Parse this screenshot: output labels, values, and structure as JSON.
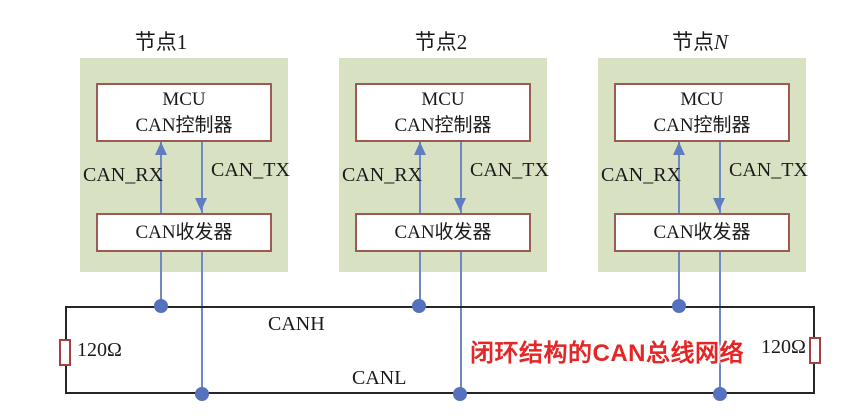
{
  "diagram": {
    "kind": "CAN-bus-network-diagram",
    "annotation": {
      "text": "闭环结构的CAN总线网络",
      "color": "#e52626"
    }
  },
  "nodes": [
    {
      "title_prefix": "节点",
      "title_suffix": "1",
      "mcu_line1": "MCU",
      "mcu_line2": "CAN控制器",
      "transceiver": "CAN收发器",
      "rx_label": "CAN_RX",
      "tx_label": "CAN_TX"
    },
    {
      "title_prefix": "节点",
      "title_suffix": "2",
      "mcu_line1": "MCU",
      "mcu_line2": "CAN控制器",
      "transceiver": "CAN收发器",
      "rx_label": "CAN_RX",
      "tx_label": "CAN_TX"
    },
    {
      "title_prefix": "节点",
      "title_suffix": "N",
      "mcu_line1": "MCU",
      "mcu_line2": "CAN控制器",
      "transceiver": "CAN收发器",
      "rx_label": "CAN_RX",
      "tx_label": "CAN_TX"
    }
  ],
  "bus": {
    "canh_label": "CANH",
    "canl_label": "CANL",
    "left_resistor": "120Ω",
    "right_resistor": "120Ω"
  },
  "colors": {
    "node_fill": "#d8e2c2",
    "box_border": "#9c5a52",
    "wire_blue": "#6e88c3",
    "dot_blue": "#5671bd",
    "bus_line": "#262626",
    "resistor_border": "#a83f3f",
    "annotation_red": "#e52626"
  }
}
